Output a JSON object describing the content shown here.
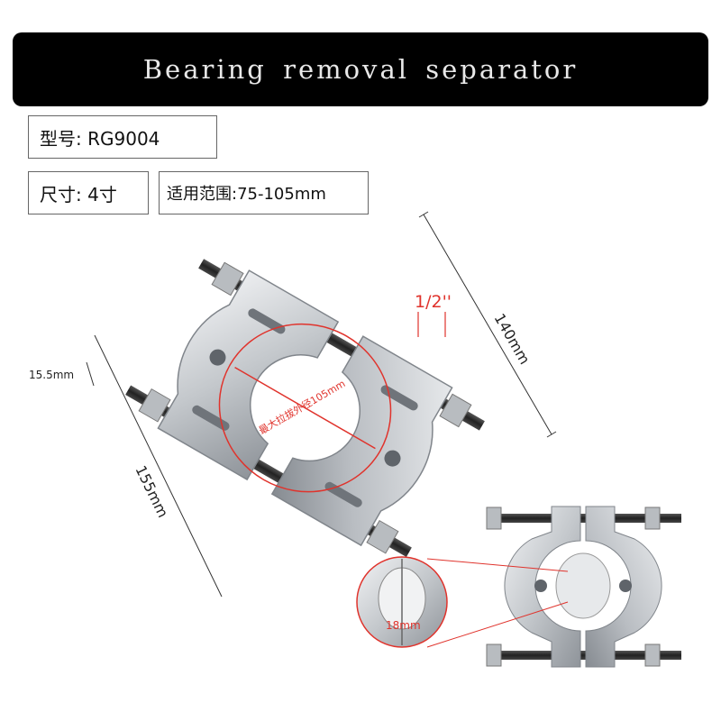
{
  "banner": {
    "title": "Bearing removal separator"
  },
  "specs": {
    "model": "型号: RG9004",
    "size": "尺寸: 4寸",
    "range": "适用范围:75-105mm"
  },
  "dimensions": {
    "width": "140mm",
    "height": "155mm",
    "thickness": "15.5mm",
    "bolt": "1/2''",
    "max_diameter": "最大拉拔外径105mm",
    "edge": "18mm"
  },
  "colors": {
    "banner_bg": "#000000",
    "steel": "#c9ccd0",
    "accent": "#e0332c"
  }
}
